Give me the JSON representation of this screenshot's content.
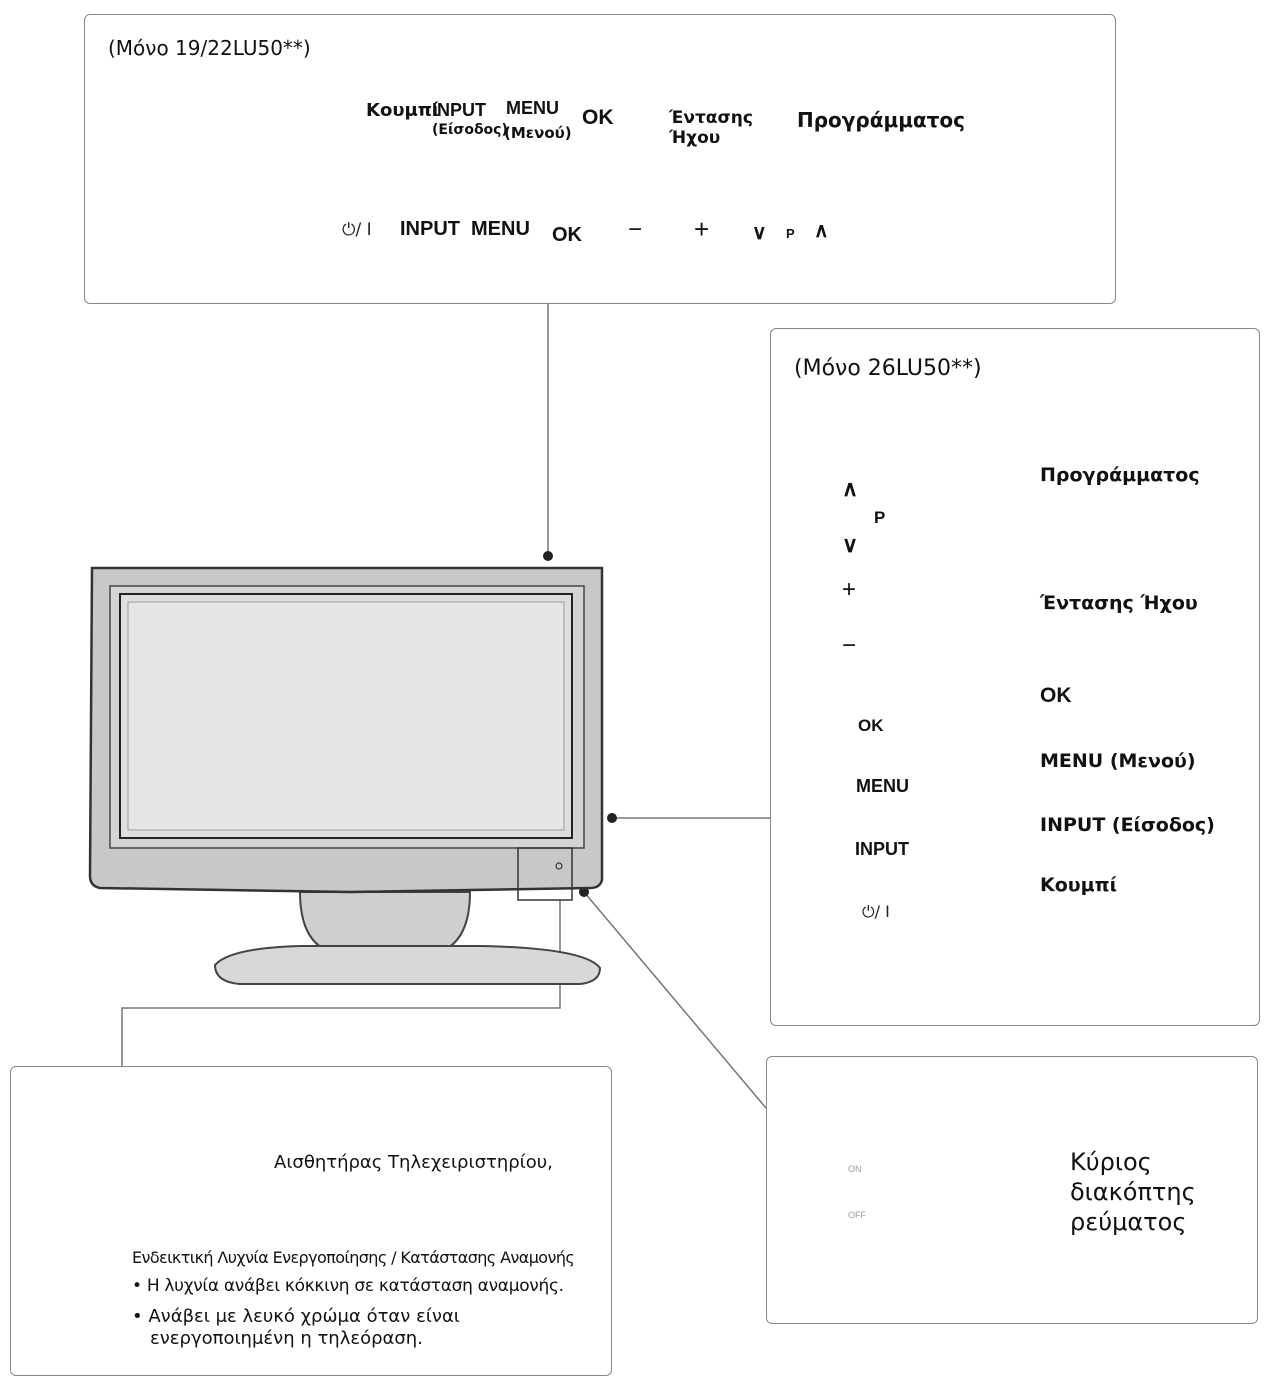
{
  "top_panel": {
    "model": "(Μόνο 19/22LU50**)",
    "labels": {
      "power": "Κουμπί",
      "input_line1": "INPUT",
      "input_line2": "(Είσοδος)",
      "menu_line1": "MENU",
      "menu_line2": "(Μενού)",
      "ok": "OK",
      "volume_line1": "Έντασης",
      "volume_line2": "Ήχου",
      "program": "Προγράμματος"
    },
    "buttons": {
      "power": "⏻/ I",
      "input": "INPUT",
      "menu": "MENU",
      "ok": "OK",
      "vol_minus": "−",
      "vol_plus": "+",
      "prog_down": "∨",
      "prog_p": "P",
      "prog_up": "∧"
    }
  },
  "side_panel": {
    "model": "(Μόνο 26LU50**)",
    "labels": {
      "program": "Προγράμματος",
      "volume": "Έντασης Ήχου",
      "ok": "OK",
      "menu": "MENU (Μενού)",
      "input": "INPUT (Είσοδος)",
      "power": "Κουμπί"
    },
    "buttons": {
      "prog_up": "∧",
      "prog_p": "P",
      "prog_down": "∨",
      "vol_plus": "+",
      "vol_minus": "−",
      "ok": "OK",
      "menu": "MENU",
      "input": "INPUT",
      "power": "⏻/ I"
    }
  },
  "sensor_panel": {
    "sensor_label": "Αισθητήρας Τηλεχειριστηρίου,",
    "indicator_title": "Ενδεικτική Λυχνία Ενεργοποίησης / Κατάστασης Αναμονής",
    "bullet1": "• Η λυχνία ανάβει κόκκινη σε κατάσταση αναμονής.",
    "bullet2_line1": "• Ανάβει με λευκό χρώμα όταν είναι",
    "bullet2_line2": "ενεργοποιημένη η τηλεόραση."
  },
  "switch_panel": {
    "label_line1": "Κύριος",
    "label_line2": "διακόπτης",
    "label_line3": "ρεύματος",
    "on_text": "ON",
    "off_text": "OFF"
  }
}
